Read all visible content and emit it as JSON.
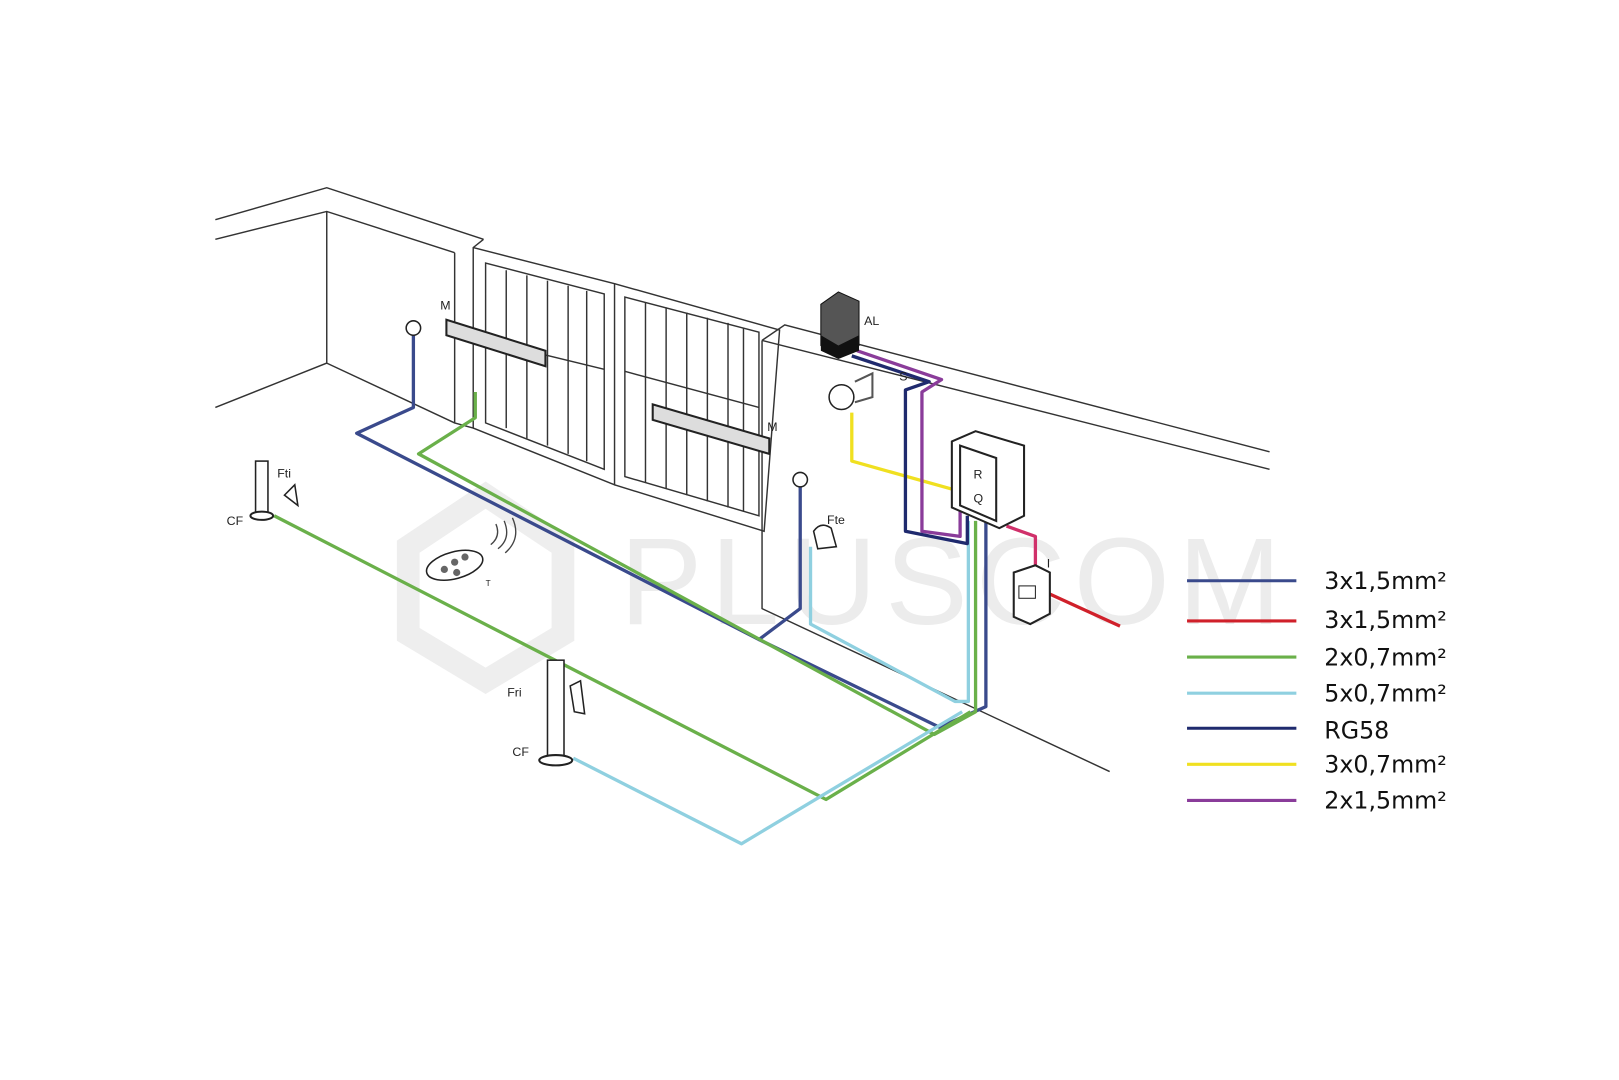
{
  "watermark": "PLUSCOM",
  "labels": {
    "motor_left": "M",
    "motor_right": "M",
    "flashing_light": "AL",
    "key_selector": "S",
    "receiver": "R",
    "control_panel": "Q",
    "switch": "I",
    "photocell_ext": "Fte",
    "photocell_int_left": "Fti",
    "column_left": "CF",
    "photocell_int_bottom": "Fri",
    "column_bottom": "CF",
    "transmitter": "T"
  },
  "legend": [
    {
      "label": "3x1,5mm²",
      "color": "#3a4a8c"
    },
    {
      "label": "3x1,5mm²",
      "color": "#d0202a"
    },
    {
      "label": "2x0,7mm²",
      "color": "#6ab04a"
    },
    {
      "label": "5x0,7mm²",
      "color": "#8fd0e0"
    },
    {
      "label": "RG58",
      "color": "#1f2a6e"
    },
    {
      "label": "3x0,7mm²",
      "color": "#f0e020"
    },
    {
      "label": "2x1,5mm²",
      "color": "#8a3c9a"
    }
  ]
}
